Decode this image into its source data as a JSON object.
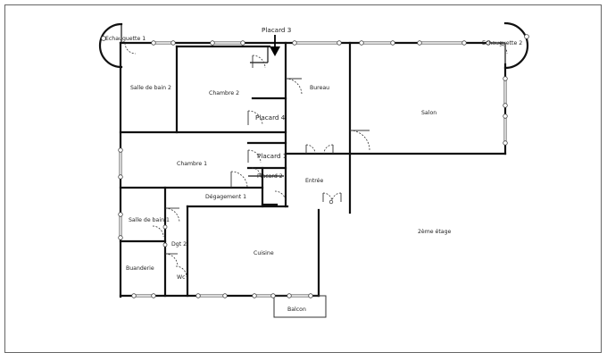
{
  "rooms": {
    "echauguette_1": "Echauguette 1",
    "echauguette_2": "Echauguette 2",
    "salle_de_bain_2": "Salle de bain 2",
    "chambre_2": "Chambre 2",
    "placard_3": "Placard 3",
    "bureau": "Bureau",
    "placard_4": "Placard 4",
    "salon": "Salon",
    "chambre_1": "Chambre 1",
    "placard_1": "Placard 1",
    "placard_2": "Placard 2",
    "entree": "Entrée",
    "degagement_1": "Dégagement 1",
    "salle_de_bain_1": "Salle de bain 1",
    "dgt_2": "Dgt 2",
    "buanderie": "Buanderie",
    "wc": "Wc",
    "cuisine": "Cuisine",
    "etage": "2ème étage",
    "balcon": "Balcon"
  },
  "colors": {
    "wall": "#111111",
    "window": "#6a6a6a",
    "frame": "#555555",
    "background": "#ffffff"
  },
  "icons": {
    "placard_3_callout": "arrow-down-icon"
  }
}
